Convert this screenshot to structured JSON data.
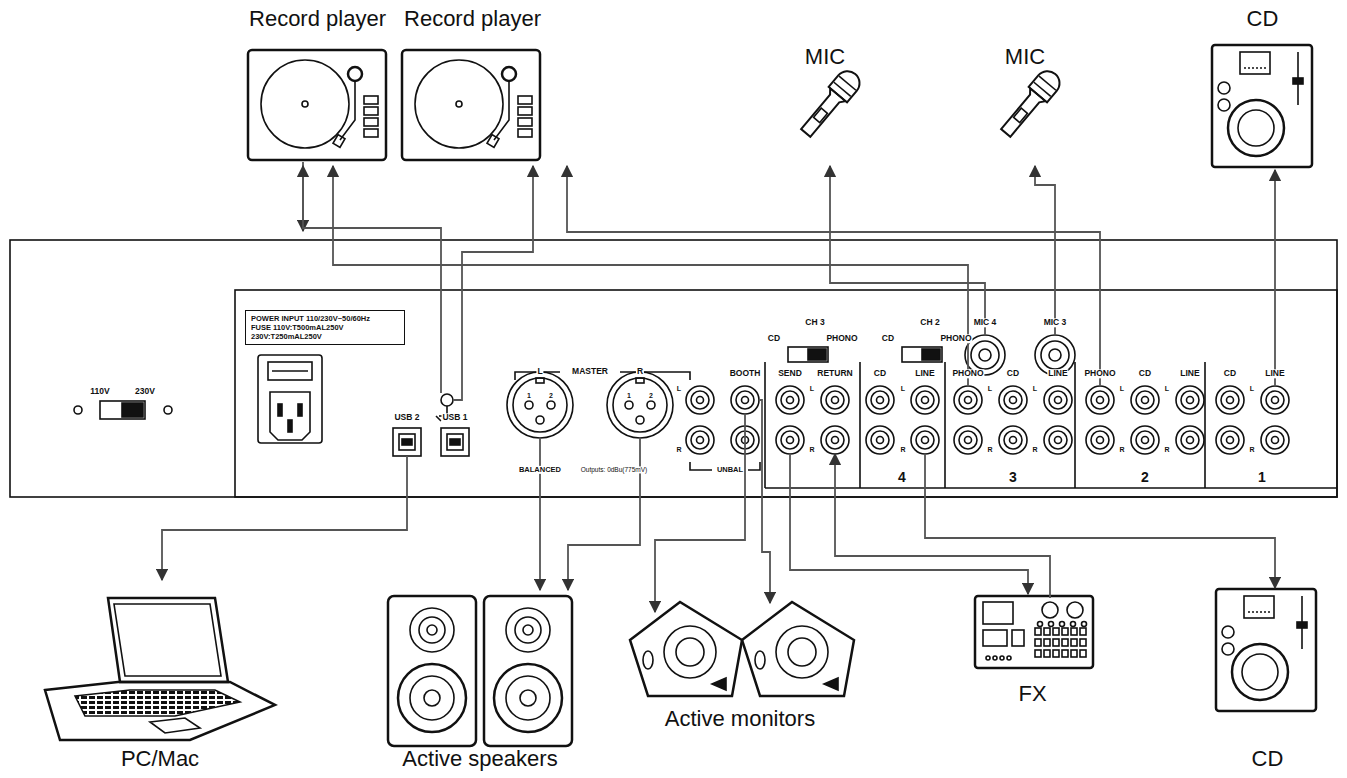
{
  "diagram": {
    "nodes": [
      {
        "text": [
          "Record player"
        ]
      },
      {
        "text": [
          "Record player"
        ]
      },
      {
        "text": [
          "MIC"
        ]
      },
      {
        "text": [
          "MIC"
        ]
      },
      {
        "text": [
          "CD"
        ]
      },
      {
        "text": [
          "POWER INPUT 110/230V~50/60Hz",
          "FUSE 110V:T500mAL250V 230V:T250mAL250V"
        ]
      },
      {
        "text": [
          "PC/Mac"
        ]
      },
      {
        "text": [
          "Active speakers"
        ]
      },
      {
        "text": [
          "Active monitors"
        ]
      },
      {
        "text": [
          "FX"
        ]
      },
      {
        "text": [
          "CD"
        ]
      }
    ],
    "labels": [
      "110V",
      "230V",
      "USB 2",
      "USB 1",
      "MASTER",
      "L",
      "R",
      "1",
      "2",
      "1",
      "2",
      "BALANCED",
      "Outputs: 0dBu(775mV)",
      "UNBAL",
      "L",
      "R",
      "BOOTH",
      "SEND",
      "RETURN",
      "L",
      "R",
      "CH 3",
      "CD",
      "PHONO",
      "CH 2",
      "CD",
      "PHONO",
      "MIC 4",
      "MIC 3",
      "CD",
      "LINE",
      "L",
      "R",
      "4",
      "PHONO",
      "CD",
      "LINE",
      "L",
      "L",
      "R",
      "R",
      "3",
      "PHONO",
      "CD",
      "LINE",
      "L",
      "L",
      "R",
      "R",
      "2",
      "CD",
      "LINE",
      "L",
      "R",
      "1"
    ]
  }
}
